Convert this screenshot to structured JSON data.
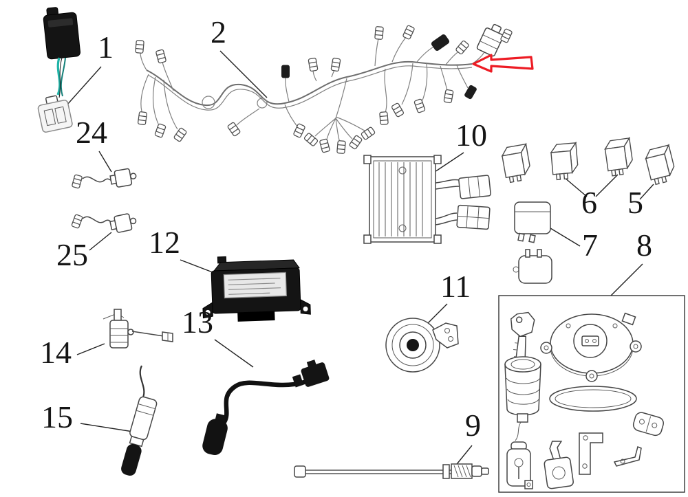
{
  "diagram": {
    "type": "exploded-parts-diagram",
    "subject": "motorcycle electrical system parts",
    "background_color": "#ffffff",
    "line_color": "#4a4a4a",
    "arrow_color": "#ed1c24",
    "parts": [
      {
        "label": "1",
        "name": "relay-with-wire-connector"
      },
      {
        "label": "2",
        "name": "main-wiring-harness"
      },
      {
        "label": "5",
        "name": "relay"
      },
      {
        "label": "6",
        "name": "relay"
      },
      {
        "label": "7",
        "name": "relay-round"
      },
      {
        "label": "8",
        "name": "ignition-switch-lock-set"
      },
      {
        "label": "9",
        "name": "throttle-cable"
      },
      {
        "label": "10",
        "name": "voltage-regulator-rectifier"
      },
      {
        "label": "11",
        "name": "horn"
      },
      {
        "label": "12",
        "name": "ecu-control-unit"
      },
      {
        "label": "13",
        "name": "cable-with-connectors"
      },
      {
        "label": "14",
        "name": "lever-switch"
      },
      {
        "label": "15",
        "name": "sensor-probe"
      },
      {
        "label": "24",
        "name": "switch-with-lead-wire"
      },
      {
        "label": "25",
        "name": "switch-with-lead-wire"
      }
    ],
    "annotations": {
      "red_arrow": {
        "name": "red-arrow-pointer",
        "points_to": "wiring-harness-right-side"
      }
    }
  }
}
